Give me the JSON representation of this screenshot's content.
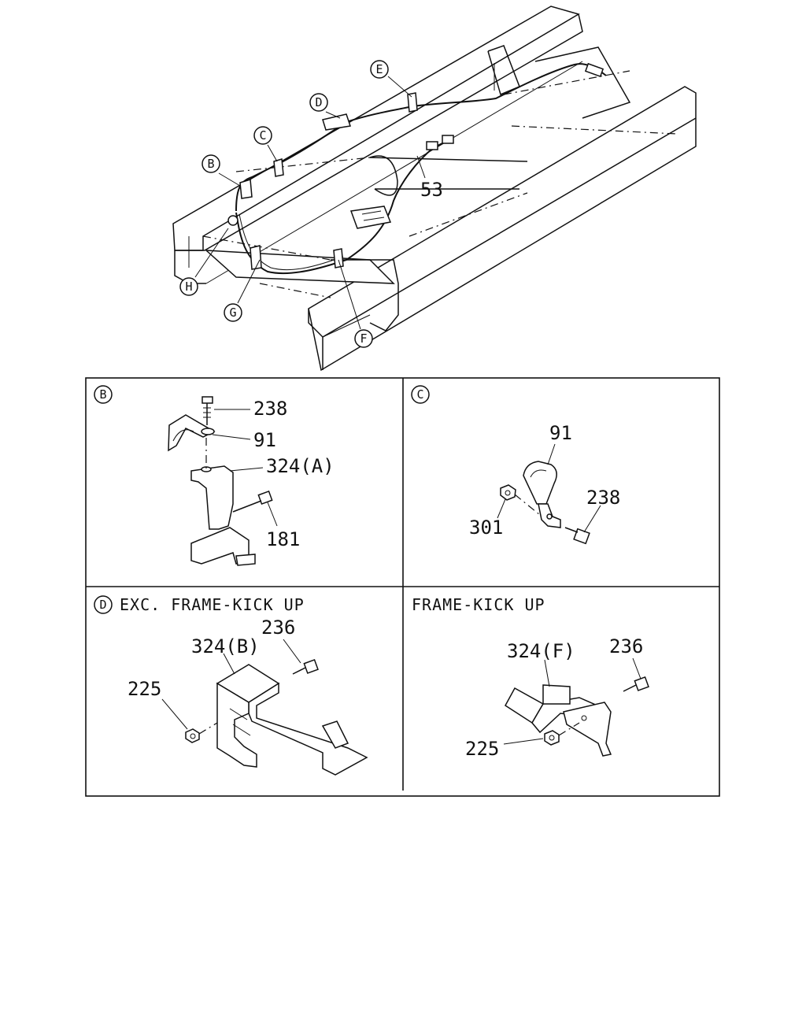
{
  "overview": {
    "callouts": {
      "B": "B",
      "C": "C",
      "D": "D",
      "E": "E",
      "F": "F",
      "G": "G",
      "H": "H"
    },
    "part_53": "53"
  },
  "panels": {
    "b": {
      "marker": "B",
      "parts": {
        "p238": "238",
        "p91": "91",
        "p324a": "324(A)",
        "p181": "181"
      }
    },
    "c": {
      "marker": "C",
      "parts": {
        "p91": "91",
        "p238": "238",
        "p301": "301"
      }
    },
    "d": {
      "marker": "D",
      "heading": "EXC. FRAME-KICK UP",
      "parts": {
        "p236": "236",
        "p324b": "324(B)",
        "p225": "225"
      }
    },
    "kick": {
      "heading": "FRAME-KICK UP",
      "parts": {
        "p324f": "324(F)",
        "p236": "236",
        "p225": "225"
      }
    }
  }
}
